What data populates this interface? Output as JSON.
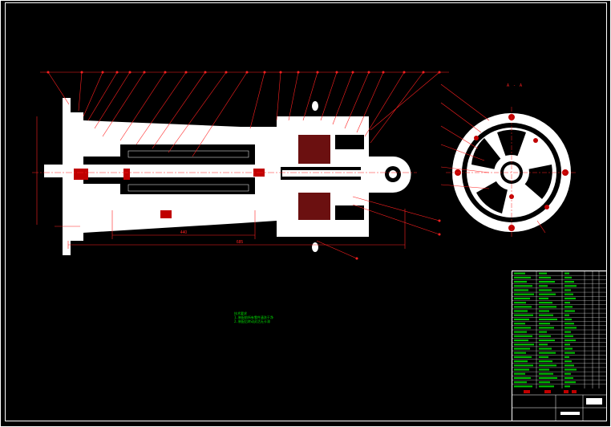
{
  "drawing": {
    "section_label": "A - A",
    "dimensions": [
      "440",
      "685"
    ],
    "notes": [
      "技术要求",
      "1.装配前所有零件清洗干净",
      "2.装配后转动灵活无卡滞"
    ],
    "parts_list_rows": 28,
    "colors": {
      "background": "#000000",
      "frame": "#ffffff",
      "section_fill": "#ffffff",
      "annotation": "#ff2020",
      "text": "#00e000"
    }
  }
}
